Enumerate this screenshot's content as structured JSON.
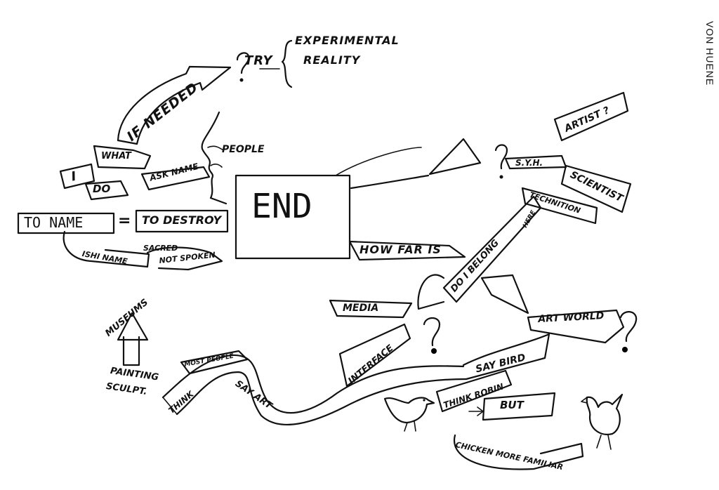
{
  "author": "VON HUENE",
  "labels": {
    "try": "TRY",
    "experimental": "EXPERIMENTAL",
    "reality": "REALITY",
    "if_needed": "IF NEEDED",
    "what": "WHAT",
    "i": "I",
    "do": "DO",
    "ask_name": "ASK NAME",
    "people": "PEOPLE",
    "end": "END",
    "to_name": "TO NAME",
    "equals": "=",
    "to_destroy": "TO DESTROY",
    "isht_name": "ISHI NAME",
    "sacred": "SACRED",
    "not_spoken": "NOT SPOKEN",
    "how_far_is": "HOW FAR IS",
    "artist": "ARTIST ?",
    "syh": "S.Y.H.",
    "scientist": "SCIENTIST",
    "technician": "TECHNITION",
    "here": "HERE",
    "do_i_belong": "DO I BELONG",
    "media": "MEDIA",
    "interface": "INTERFACE",
    "art_world": "ART WORLD",
    "say_bird": "SAY BIRD",
    "think_robin": "THINK ROBIN",
    "but": "BUT",
    "chicken_more_familiar": "CHICKEN MORE FAMILIAR",
    "museums": "MUSEUMS",
    "painting": "PAINTING",
    "sculpt": "SCULPT.",
    "most_people": "MOST PEOPLE",
    "think": "THINK",
    "say_art": "SAY ART"
  },
  "icons": [
    "question-mark-icon",
    "bird-icon",
    "chicken-icon",
    "face-profile-icon",
    "arrow-icon"
  ],
  "ink_color": "#111111",
  "paper_color": "#ffffff"
}
